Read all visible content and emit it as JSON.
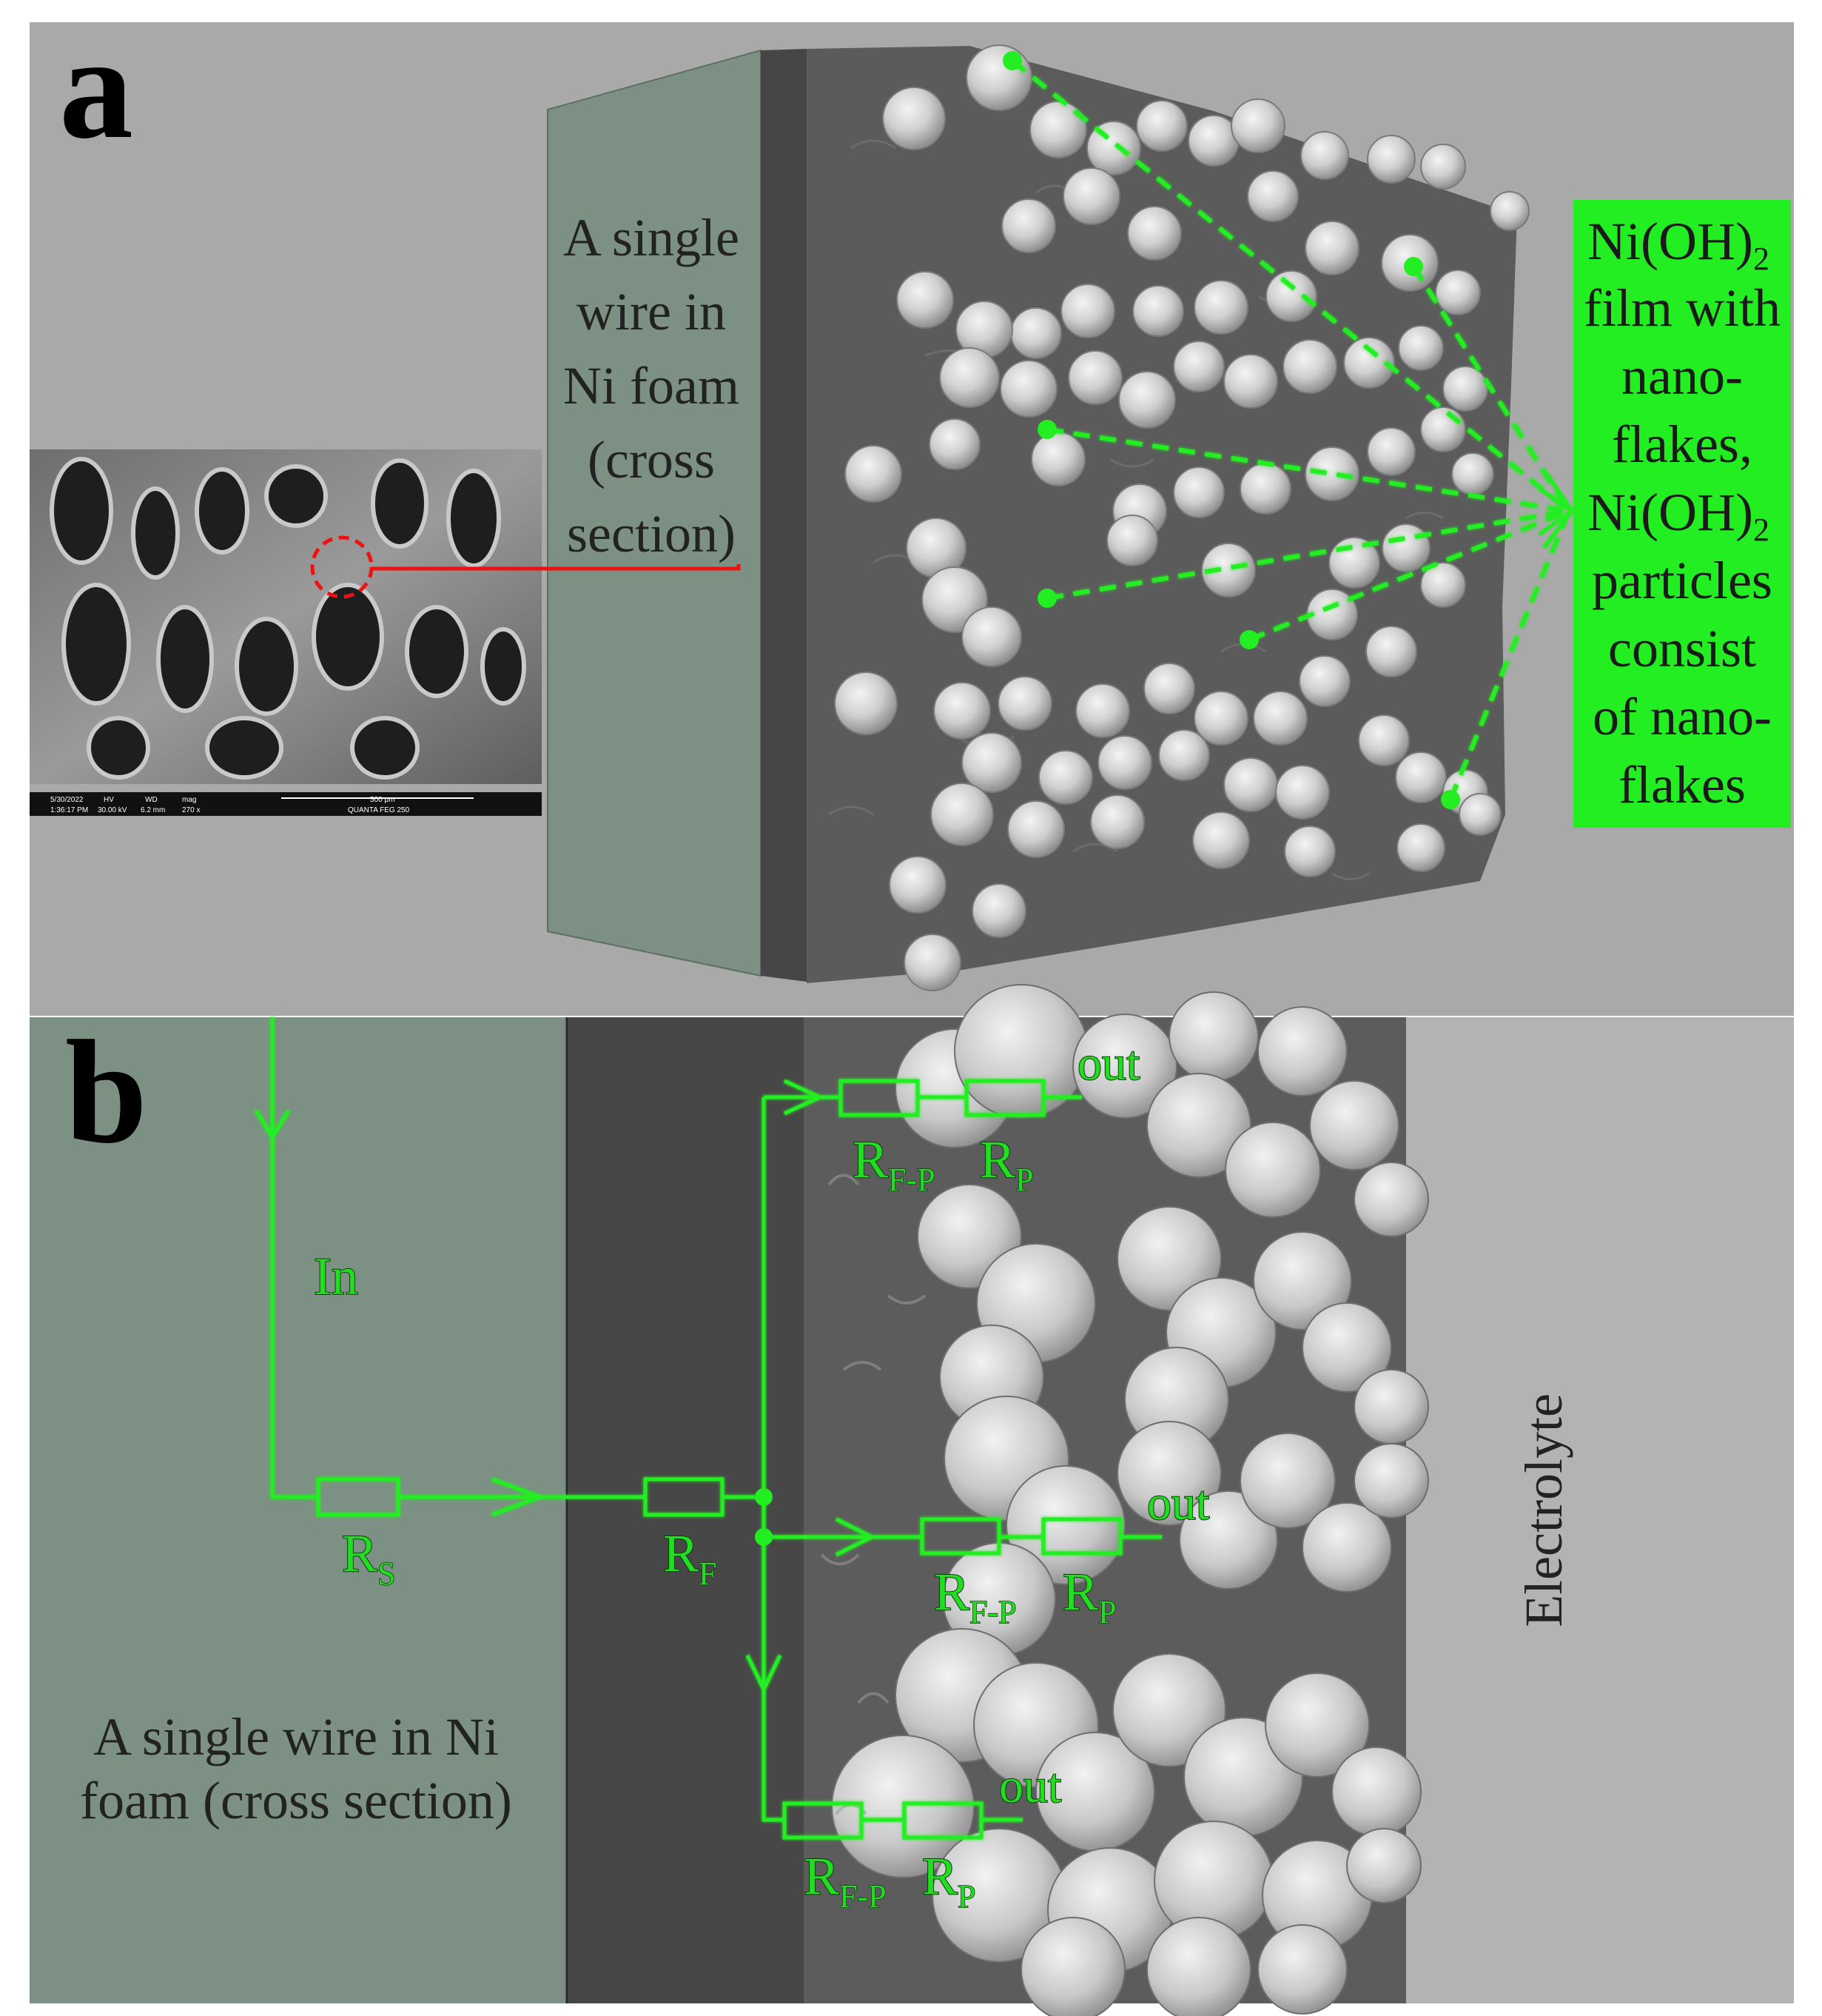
{
  "colors": {
    "background_gray": "#a9a9a9",
    "wire_green": "#7c9183",
    "film_dark": "#555555",
    "accent_green": "#22ee22",
    "red_marker": "#ee1111",
    "electrolyte": "#b3b3b3"
  },
  "panel_a": {
    "letter": "a",
    "wire_label": [
      "A single",
      "wire in",
      "Ni foam",
      "(cross",
      "section)"
    ],
    "sem_inset": {
      "meta": [
        "5/30/2022",
        "1:36:17 PM",
        "HV",
        "30.00 kV",
        "WD",
        "6.2 mm",
        "mag",
        "270 x",
        "500 μm",
        "QUANTA FEG 250"
      ]
    },
    "callout": {
      "line1": "Ni(OH)",
      "line1_sub": "2",
      "line2": "film with",
      "line3": "nano-",
      "line4": "flakes,",
      "line5": "Ni(OH)",
      "line5_sub": "2",
      "line6": "particles",
      "line7": "consist",
      "line8": "of nano-",
      "line9": "flakes"
    }
  },
  "panel_b": {
    "letter": "b",
    "in_label": "In",
    "rs": {
      "main": "R",
      "sub": "S"
    },
    "rf": {
      "main": "R",
      "sub": "F"
    },
    "branches": [
      {
        "out": "out",
        "rfp_main": "R",
        "rfp_sub": "F-P",
        "rp_main": "R",
        "rp_sub": "P"
      },
      {
        "out": "out",
        "rfp_main": "R",
        "rfp_sub": "F-P",
        "rp_main": "R",
        "rp_sub": "P"
      },
      {
        "out": "out",
        "rfp_main": "R",
        "rfp_sub": "F-P",
        "rp_main": "R",
        "rp_sub": "P"
      }
    ],
    "wire_label_line1": "A single wire in Ni",
    "wire_label_line2": "foam (cross section)",
    "electrolyte": "Electrolyte"
  }
}
